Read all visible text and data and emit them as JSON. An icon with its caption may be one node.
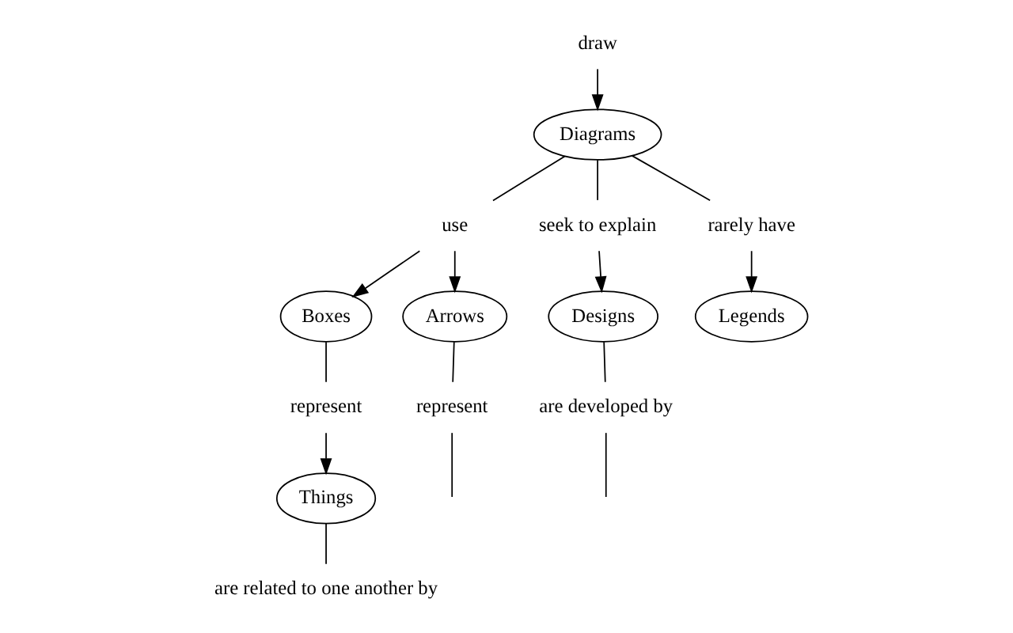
{
  "diagram": {
    "nodes": [
      {
        "text": [
          "draw"
        ]
      },
      {
        "text": [
          "Diagrams"
        ]
      },
      {
        "text": [
          "use"
        ]
      },
      {
        "text": [
          "seek to explain"
        ]
      },
      {
        "text": [
          "rarely have"
        ]
      },
      {
        "text": [
          "Boxes"
        ]
      },
      {
        "text": [
          "Arrows"
        ]
      },
      {
        "text": [
          "Designs"
        ]
      },
      {
        "text": [
          "Legends"
        ]
      },
      {
        "text": [
          "represent"
        ]
      },
      {
        "text": [
          "are developed by"
        ]
      },
      {
        "text": [
          "Things"
        ]
      },
      {
        "text": [
          "represent"
        ]
      },
      {
        "text": [
          "are related to one another by"
        ]
      }
    ],
    "edges": [
      {
        "from": 0,
        "to": 1,
        "arrow": "to"
      },
      {
        "from": 1,
        "to": 2,
        "arrow": "none"
      },
      {
        "from": 1,
        "to": 3,
        "arrow": "none"
      },
      {
        "from": 1,
        "to": 4,
        "arrow": "none"
      },
      {
        "from": 2,
        "to": 5,
        "arrow": "to"
      },
      {
        "from": 2,
        "to": 6,
        "arrow": "to"
      },
      {
        "from": 3,
        "to": 7,
        "arrow": "to"
      },
      {
        "from": 4,
        "to": 8,
        "arrow": "to"
      },
      {
        "from": 5,
        "to": 9,
        "arrow": "none"
      },
      {
        "from": 9,
        "to": 11,
        "arrow": "to"
      },
      {
        "from": 7,
        "to": 10,
        "arrow": "none"
      },
      {
        "from": 10,
        "to": null,
        "arrow": "none"
      },
      {
        "from": 6,
        "to": 12,
        "arrow": "none"
      },
      {
        "from": 12,
        "to": null,
        "arrow": "none"
      },
      {
        "from": 11,
        "to": 13,
        "arrow": "none"
      }
    ]
  }
}
